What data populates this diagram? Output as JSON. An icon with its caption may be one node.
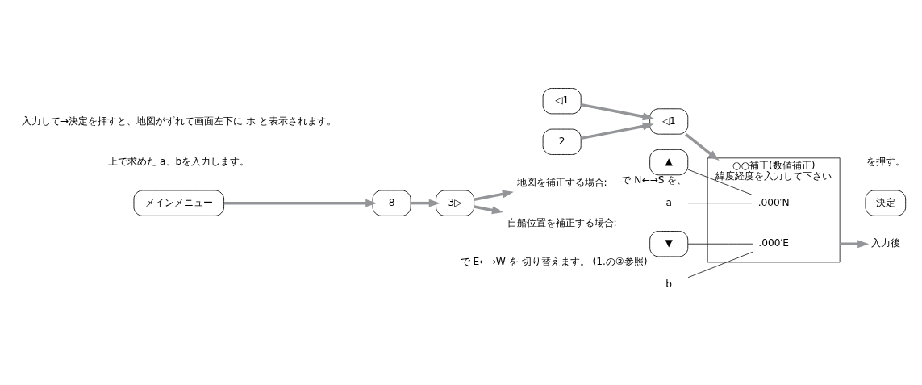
{
  "diagram": {
    "nodes": [
      {
        "text": [
          "メインメニュー"
        ]
      },
      {
        "text": [
          "8"
        ]
      },
      {
        "text": [
          "3▷"
        ]
      },
      {
        "text": [
          "地図を補正する場合:"
        ]
      },
      {
        "text": [
          "◁1"
        ]
      },
      {
        "text": [
          "自船位置を補正する場合:"
        ]
      },
      {
        "text": [
          "2"
        ]
      },
      {
        "text": [
          "◁1"
        ]
      },
      {
        "text": [
          "○○補正(数値補正)",
          "緯度経度を入力して下さい"
        ]
      },
      {
        "text": [
          ".000′N"
        ],
        "in": 8
      },
      {
        "text": [
          ".000′E"
        ],
        "in": 8
      },
      {
        "text": [
          "▲"
        ],
        "beside": [
          "で N←→S を、"
        ]
      },
      {
        "text": [
          "▼"
        ],
        "beside": [
          "で E←→W を 切り替えます。 (1.の②参照)"
        ]
      },
      {
        "text": [
          "a"
        ]
      },
      {
        "text": [
          "b"
        ]
      },
      {
        "text": [
          "入力後"
        ]
      },
      {
        "text": [
          "決定"
        ]
      },
      {
        "text": [
          "を押す。"
        ]
      }
    ],
    "edges": [
      {
        "from": 0,
        "to": 1,
        "arrow": "to"
      },
      {
        "from": 1,
        "to": 2,
        "arrow": "to"
      },
      {
        "from": 2,
        "to": 3,
        "arrow": "to"
      },
      {
        "from": 2,
        "to": 5,
        "arrow": "to"
      },
      {
        "from": 4,
        "to": 7,
        "arrow": "to"
      },
      {
        "from": 6,
        "to": 7,
        "arrow": "to"
      },
      {
        "from": 7,
        "to": 8,
        "arrow": "to"
      },
      {
        "from": 8,
        "to": 15,
        "arrow": "to"
      },
      {
        "from": 11,
        "to": 9,
        "arrow": "none",
        "color": "#231f20"
      },
      {
        "from": 12,
        "to": 10,
        "arrow": "none",
        "color": "#231f20"
      },
      {
        "from": 13,
        "to": 9,
        "arrow": "none",
        "color": "#231f20"
      },
      {
        "from": 14,
        "to": 10,
        "arrow": "none",
        "color": "#231f20"
      }
    ],
    "labels": [
      "上で求めた a、bを入力します。",
      "入力して→決定を押すと、地図がずれて画面左下に ホ と表示されます。"
    ]
  }
}
